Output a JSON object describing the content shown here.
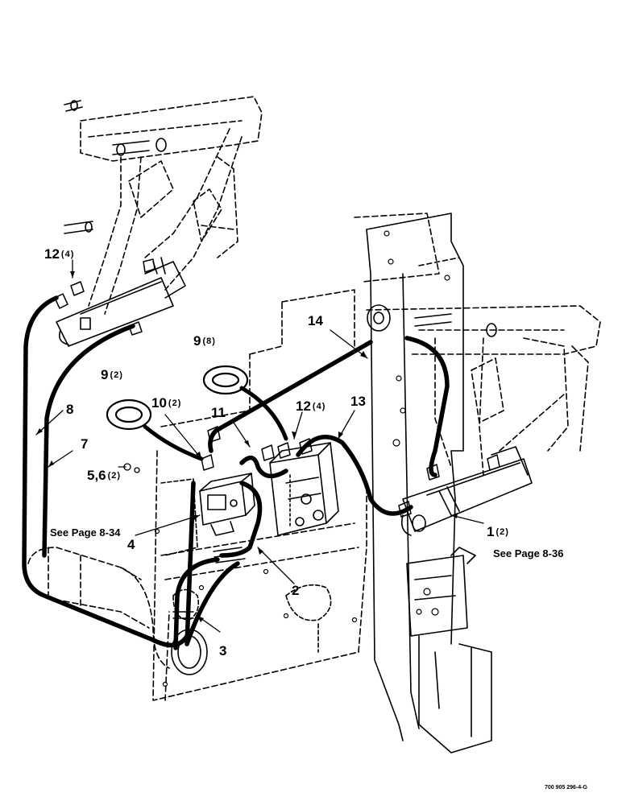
{
  "diagram": {
    "callouts": [
      {
        "id": "c12a",
        "num": "12",
        "qty": "(4)"
      },
      {
        "id": "c14",
        "num": "14",
        "qty": ""
      },
      {
        "id": "c9a",
        "num": "9",
        "qty": "(8)"
      },
      {
        "id": "c9b",
        "num": "9",
        "qty": "(2)"
      },
      {
        "id": "c10",
        "num": "10",
        "qty": "(2)"
      },
      {
        "id": "c11",
        "num": "11",
        "qty": ""
      },
      {
        "id": "c12b",
        "num": "12",
        "qty": "(4)"
      },
      {
        "id": "c13",
        "num": "13",
        "qty": ""
      },
      {
        "id": "c8",
        "num": "8",
        "qty": ""
      },
      {
        "id": "c7",
        "num": "7",
        "qty": ""
      },
      {
        "id": "c56",
        "num": "5,6",
        "qty": "(2)"
      },
      {
        "id": "c4",
        "num": "4",
        "qty": ""
      },
      {
        "id": "c2",
        "num": "2",
        "qty": ""
      },
      {
        "id": "c3",
        "num": "3",
        "qty": ""
      },
      {
        "id": "c1",
        "num": "1",
        "qty": "(2)"
      }
    ],
    "references": {
      "left": "See Page 8-34",
      "right": "See Page 8-36"
    },
    "drawing_code": "700 905 296-4-G"
  }
}
